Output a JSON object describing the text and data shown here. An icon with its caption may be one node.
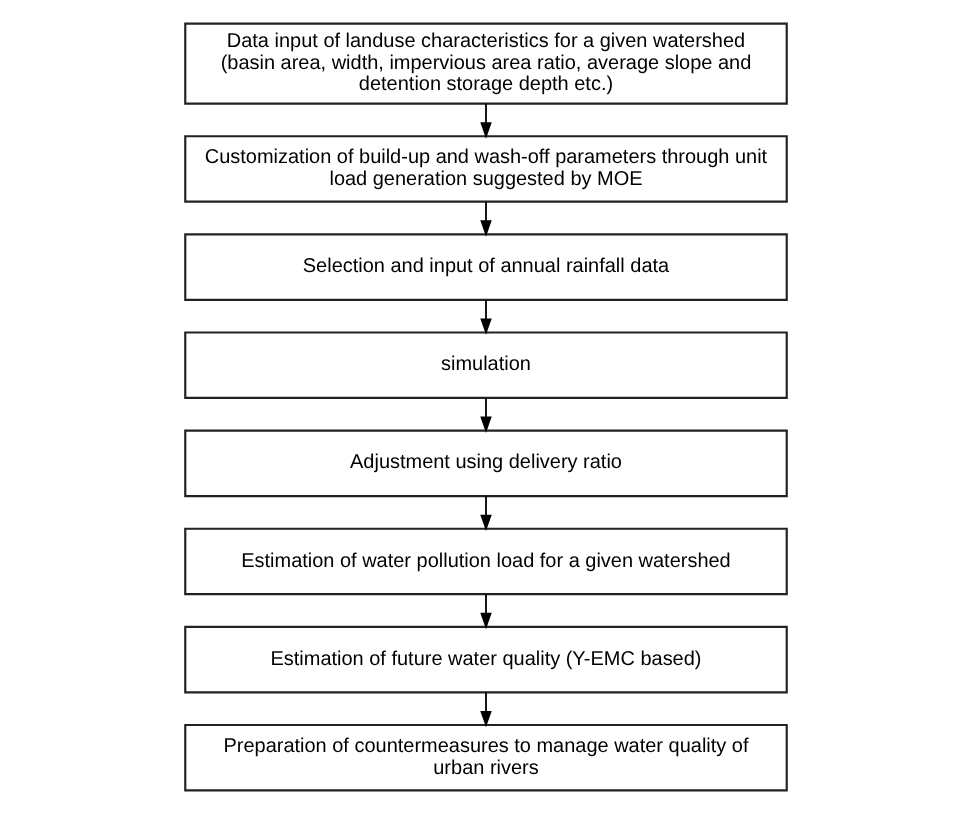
{
  "diagram": {
    "nodes": [
      {
        "text": [
          "Data input of landuse characteristics for a given watershed (basin area, width, impervious area ratio, average slope and detention storage depth etc.)"
        ]
      },
      {
        "text": [
          "Customization of build-up and wash-off parameters through unit load generation suggested by MOE"
        ]
      },
      {
        "text": [
          "Selection and input of annual rainfall data"
        ]
      },
      {
        "text": [
          "simulation"
        ]
      },
      {
        "text": [
          "Adjustment using delivery ratio"
        ]
      },
      {
        "text": [
          "Estimation of water pollution load for a given watershed"
        ]
      },
      {
        "text": [
          "Estimation of future water quality (Y-EMC based)"
        ]
      },
      {
        "text": [
          "Preparation of countermeasures to manage water quality of urban rivers"
        ]
      }
    ],
    "edges": [
      {
        "from": 0,
        "to": 1,
        "arrow": "to"
      },
      {
        "from": 1,
        "to": 2,
        "arrow": "to"
      },
      {
        "from": 2,
        "to": 3,
        "arrow": "to"
      },
      {
        "from": 3,
        "to": 4,
        "arrow": "to"
      },
      {
        "from": 4,
        "to": 5,
        "arrow": "to"
      },
      {
        "from": 5,
        "to": 6,
        "arrow": "to"
      },
      {
        "from": 6,
        "to": 7,
        "arrow": "to"
      }
    ]
  }
}
